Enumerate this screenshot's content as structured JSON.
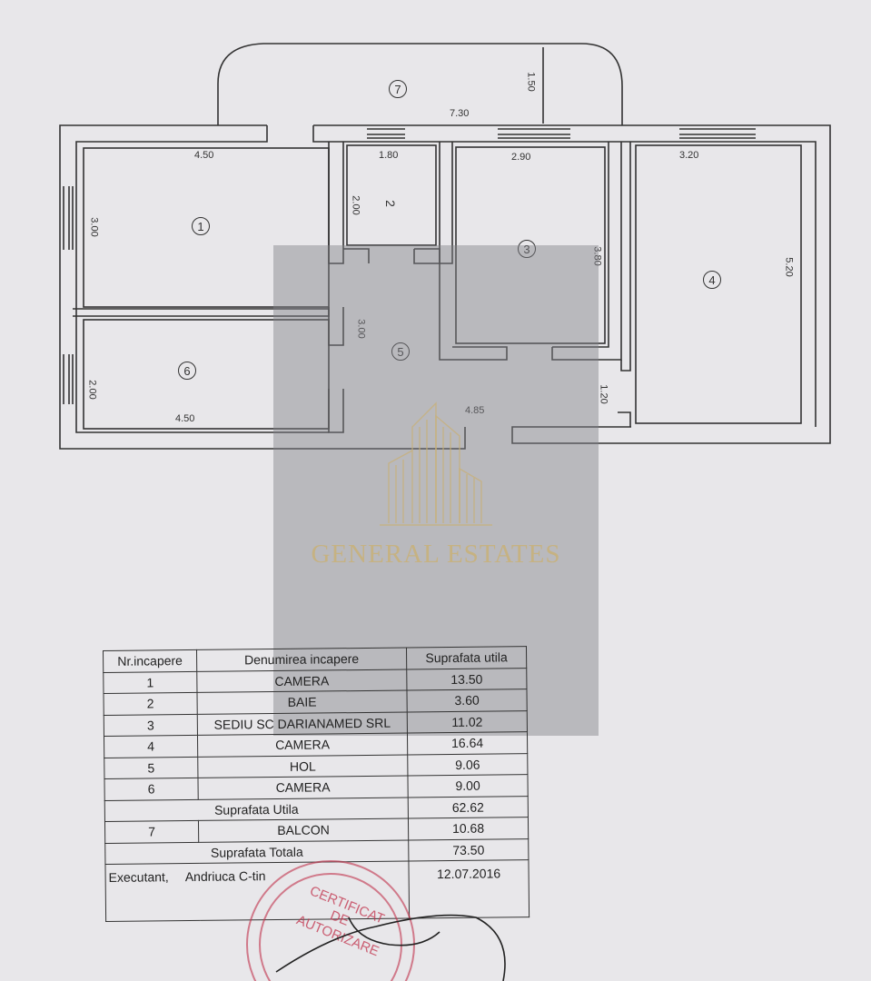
{
  "plan": {
    "dimensions": {
      "balcony_width": "7.30",
      "balcony_depth": "1.50",
      "room1_width": "4.50",
      "room1_depth": "3.00",
      "room2_width": "1.80",
      "room2_depth": "2.00",
      "room3_width": "2.90",
      "room3_depth": "3.80",
      "room4_width": "3.20",
      "room4_depth": "5.20",
      "room5_depth": "3.00",
      "room5_width": "4.85",
      "room5_side": "1.20",
      "room6_width": "4.50",
      "room6_depth": "2.00"
    },
    "room_numbers": [
      "1",
      "2",
      "3",
      "4",
      "5",
      "6",
      "7"
    ]
  },
  "watermark": {
    "brand": "GENERAL ESTATES"
  },
  "table": {
    "headers": [
      "Nr.incapere",
      "Denumirea incapere",
      "Suprafata utila"
    ],
    "rows": [
      {
        "nr": "1",
        "name": "CAMERA",
        "area": "13.50"
      },
      {
        "nr": "2",
        "name": "BAIE",
        "area": "3.60"
      },
      {
        "nr": "3",
        "name": "SEDIU SC DARIANAMED SRL",
        "area": "11.02"
      },
      {
        "nr": "4",
        "name": "CAMERA",
        "area": "16.64"
      },
      {
        "nr": "5",
        "name": "HOL",
        "area": "9.06"
      },
      {
        "nr": "6",
        "name": "CAMERA",
        "area": "9.00"
      }
    ],
    "subtotal_label": "Suprafata Utila",
    "subtotal_value": "62.62",
    "balcony": {
      "nr": "7",
      "name": "BALCON",
      "area": "10.68"
    },
    "total_label": "Suprafata Totala",
    "total_value": "73.50",
    "executant_label": "Executant,",
    "executant_name": "Andriuca C-tin",
    "date": "12.07.2016"
  },
  "stamp": {
    "lines": [
      "CERTIFICAT",
      "DE",
      "AUTORIZARE"
    ]
  },
  "colors": {
    "paper": "#e8e7ea",
    "ink": "#333333",
    "overlay": "#808088",
    "brand_gold": "#c8b078",
    "stamp_red": "#c0304a"
  }
}
